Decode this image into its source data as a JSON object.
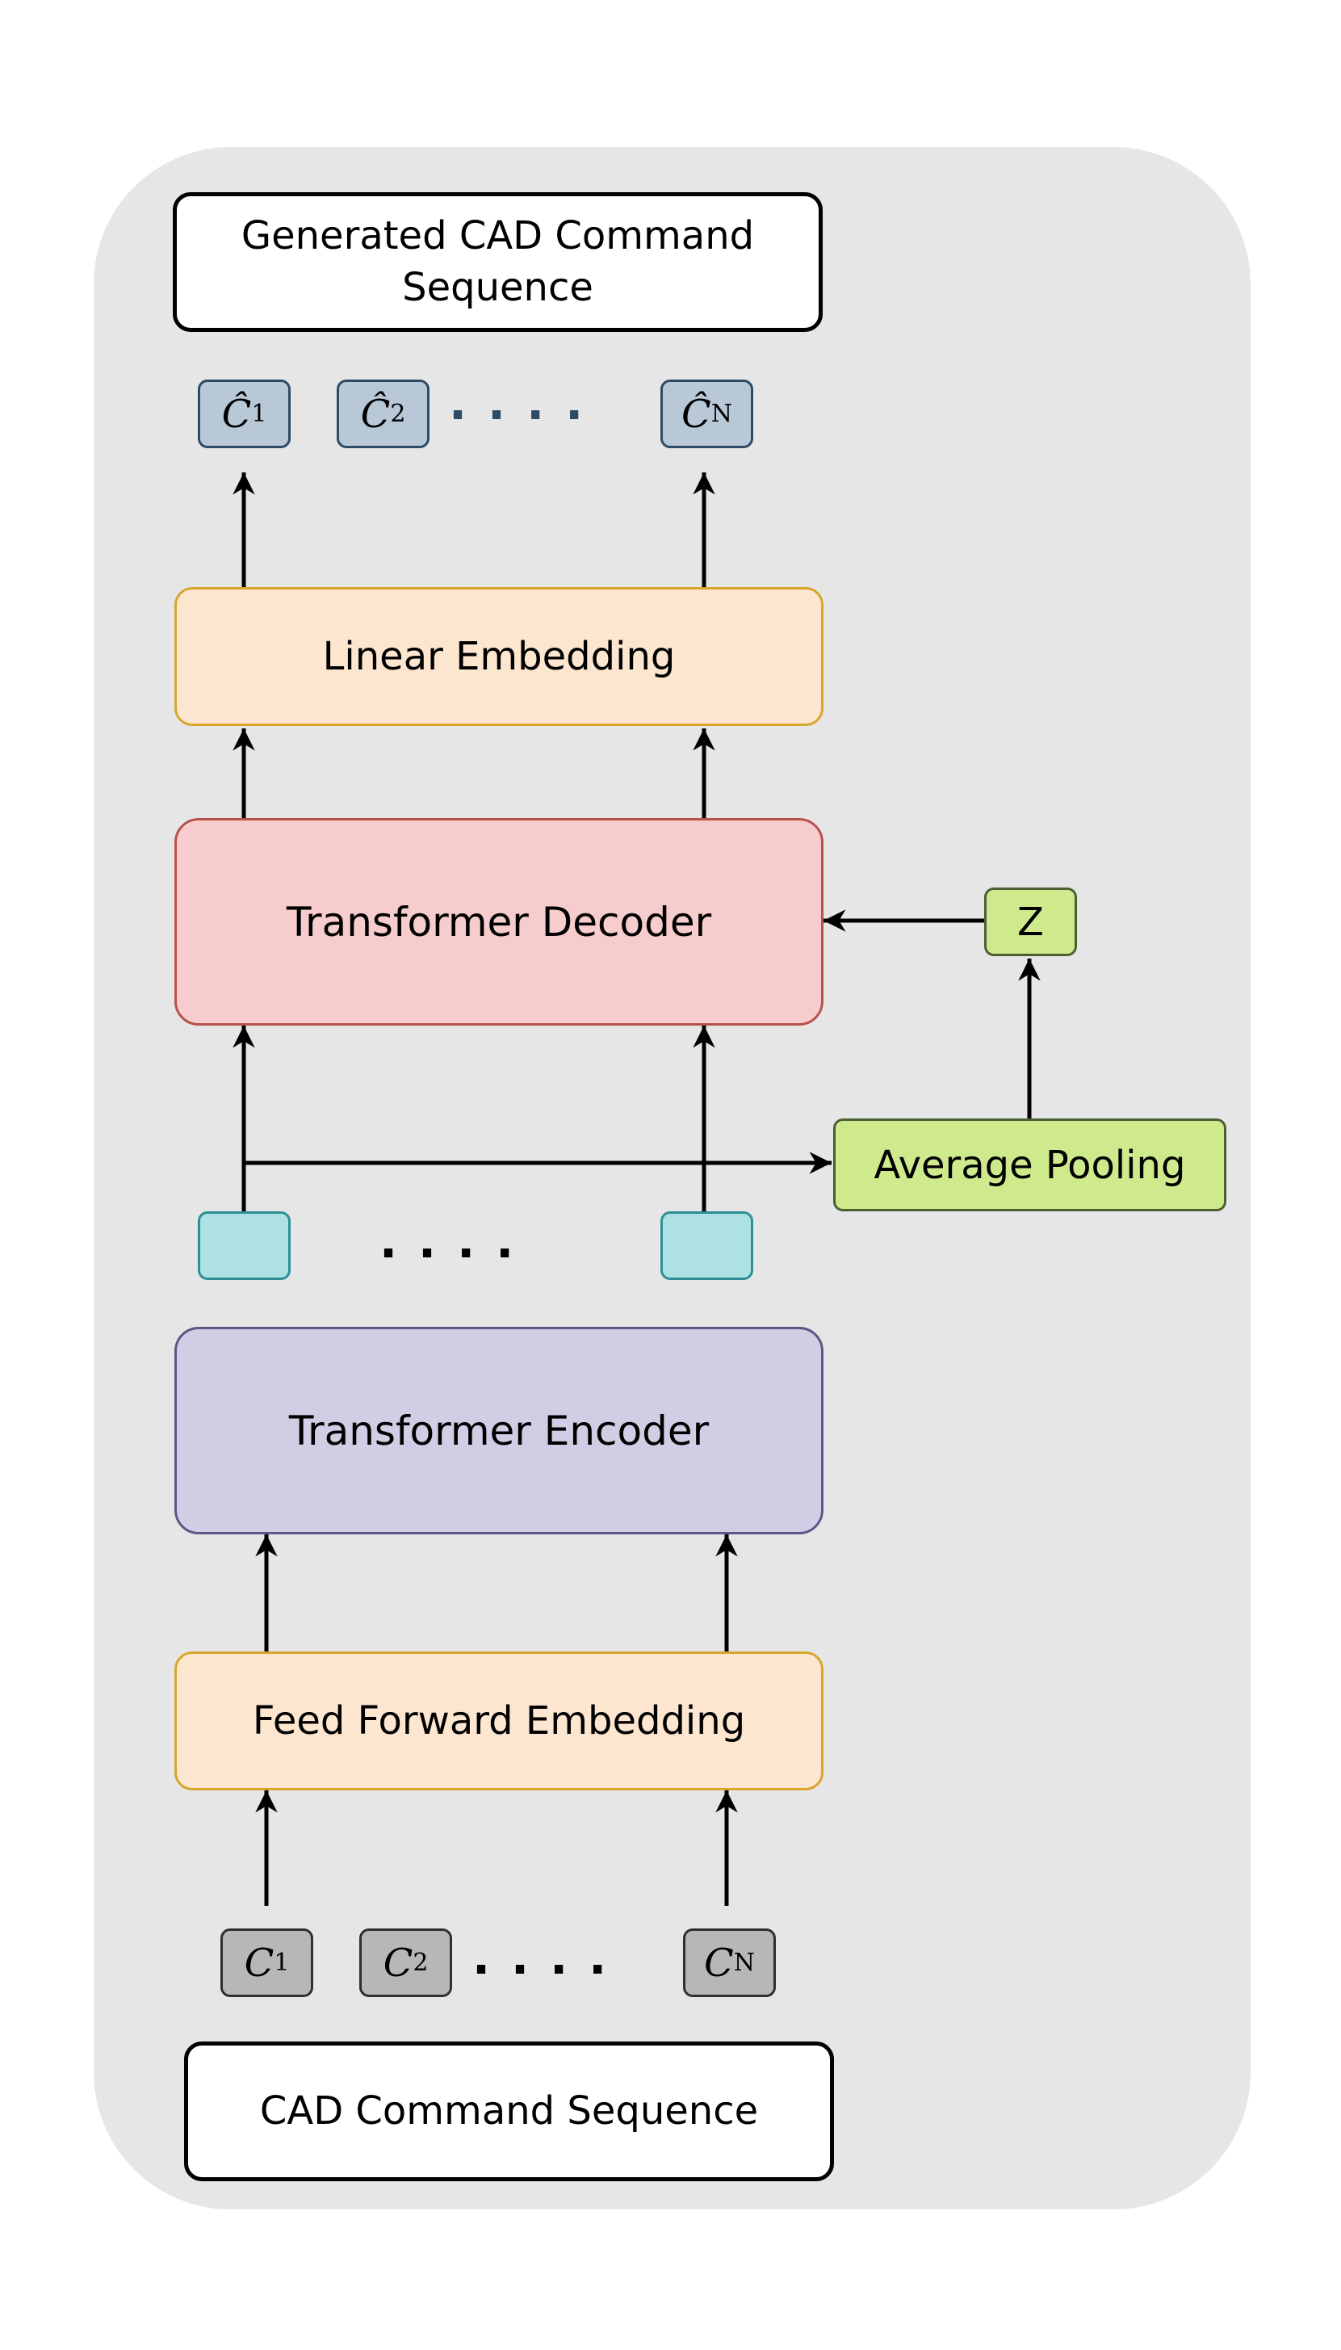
{
  "diagram": {
    "output_title": "Generated CAD Command Sequence",
    "input_title": "CAD Command Sequence",
    "linear_embedding": "Linear Embedding",
    "transformer_decoder": "Transformer Decoder",
    "transformer_encoder": "Transformer Encoder",
    "feed_forward_embedding": "Feed Forward Embedding",
    "average_pooling": "Average Pooling",
    "latent": "Z",
    "output_tokens": [
      {
        "symbol": "Ĉ",
        "sub": "1"
      },
      {
        "symbol": "Ĉ",
        "sub": "2"
      },
      {
        "symbol": "Ĉ",
        "sub": "N"
      }
    ],
    "input_tokens": [
      {
        "symbol": "C",
        "sub": "1"
      },
      {
        "symbol": "C",
        "sub": "2"
      },
      {
        "symbol": "C",
        "sub": "N"
      }
    ],
    "ellipsis": "....",
    "colors": {
      "panel": "#e6e6e6",
      "orange_fill": "#fde6cf",
      "red_fill": "#f6cdcc",
      "purple_fill": "#d0cee4",
      "green_fill": "#cfea8d",
      "output_token_fill": "#b8c8d6",
      "input_token_fill": "#b7b7b7",
      "latent_token_fill": "#ade1e4",
      "output_dots": "#2e4b66"
    }
  }
}
